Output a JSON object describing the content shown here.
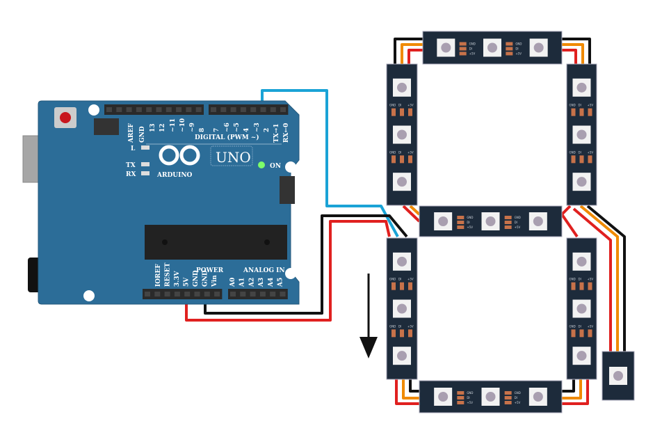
{
  "board": {
    "name": "UNO",
    "brand": "ARDUINO",
    "on_label": "ON",
    "led_labels": [
      "L",
      "TX",
      "RX"
    ],
    "digital_header_title": "DIGITAL (PWM ~)",
    "digital_pins": [
      "AREF",
      "GND",
      "13",
      "12",
      "~11",
      "~10",
      "~9",
      "8",
      "7",
      "~6",
      "~5",
      "4",
      "~3",
      "2",
      "TX→1",
      "RX←0"
    ],
    "power_header_title": "POWER",
    "power_pins": [
      "IOREF",
      "RESET",
      "3.3V",
      "5V",
      "GND",
      "GND",
      "Vin"
    ],
    "analog_header_title": "ANALOG IN",
    "analog_pins": [
      "A0",
      "A1",
      "A2",
      "A3",
      "A4",
      "A5"
    ]
  },
  "led_strip_pad_labels": [
    "GND",
    "DI",
    "+5V"
  ],
  "colors": {
    "board": "#2c6d98",
    "strip": "#1d2b3b",
    "wire_data": "#1aa3d6",
    "wire_5v": "#e0201f",
    "wire_gnd": "#111111",
    "wire_orange": "#f08a00",
    "power_led": "#7dff6a"
  },
  "icons": {
    "direction": "arrow-down-icon"
  }
}
